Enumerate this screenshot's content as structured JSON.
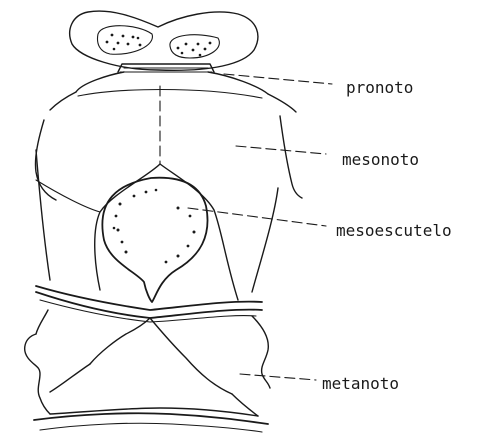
{
  "labels": {
    "pronoto": "pronoto",
    "mesonoto": "mesonoto",
    "mesoescutelo": "mesoescutelo",
    "metanoto": "metanoto"
  }
}
